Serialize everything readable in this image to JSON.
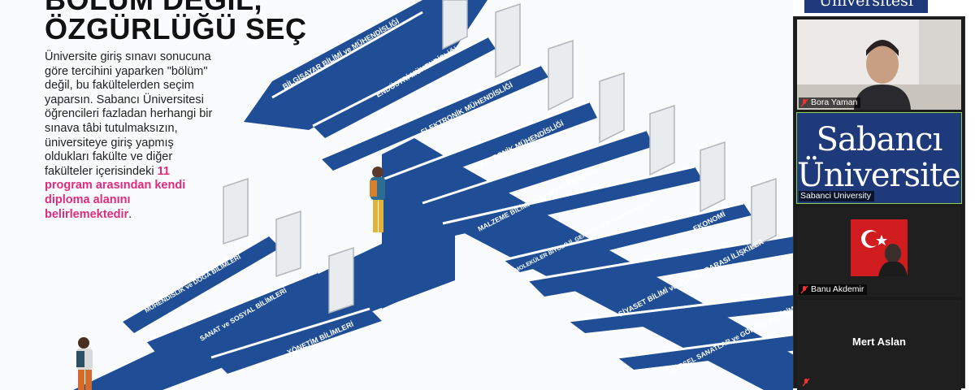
{
  "slide": {
    "heading_line1": "BÖLÜM DEĞİL,",
    "heading_line2": "ÖZGÜRLÜĞÜ SEÇ",
    "intro_plain": "Üniversite giriş sınavı sonucuna göre tercihini yaparken \"bölüm\" değil, bu fakültelerden seçim yaparsın. Sabancı Üniversitesi öğrencileri fazladan herhangi bir sınava tâbi tutulmaksızın, üniversiteye giriş yapmış oldukları fakülte ve diğer fakülteler içerisindeki",
    "intro_highlight": "11 program arasından kendi diploma alanını belirlemektedir",
    "intro_end": ".",
    "highlight_color": "#e02a7e",
    "road_color": "#1f4e96",
    "upper_programs": [
      "BİLGİSAYAR BİLİMİ ve MÜHENDİSLİĞİ",
      "ENDÜSTRİ MÜHENDİSLİĞİ",
      "ELEKTRONİK MÜHENDİSLİĞİ",
      "MEKATRONİK MÜHENDİSLİĞİ",
      "MALZEME BİLİMİ ve NANO MÜHENDİSLİK",
      "MOLEKÜLER BİYOLOJİ, GENETİK ve BİYOMÜHENDİSLİK",
      "EKONOMİ",
      "SİYASET BİLİMİ ve ULUSLARARASI İLİŞKİLER",
      "GÖRSEL SANATLAR ve GÖRSEL İLETİŞİM"
    ],
    "lower_programs": [
      "MÜHENDİSLİK ve DOĞA BİLİMLERİ",
      "SANAT ve SOSYAL BİLİMLERİ",
      "YÖNETİM BİLİMLERİ"
    ]
  },
  "video_panel": {
    "top_logo_text": "Üniversitesi",
    "participants": [
      {
        "name": "Bora Yaman",
        "muted": true,
        "type": "camera"
      },
      {
        "name": "Sabanci University",
        "type": "logo",
        "logo_line1": "Sabancı",
        "logo_line2": "Üniversitesi",
        "active": true
      },
      {
        "name": "Banu Akdemir",
        "muted": true,
        "type": "flag-portrait"
      },
      {
        "name": "Mert Aslan",
        "muted": true,
        "type": "name-only"
      }
    ]
  }
}
